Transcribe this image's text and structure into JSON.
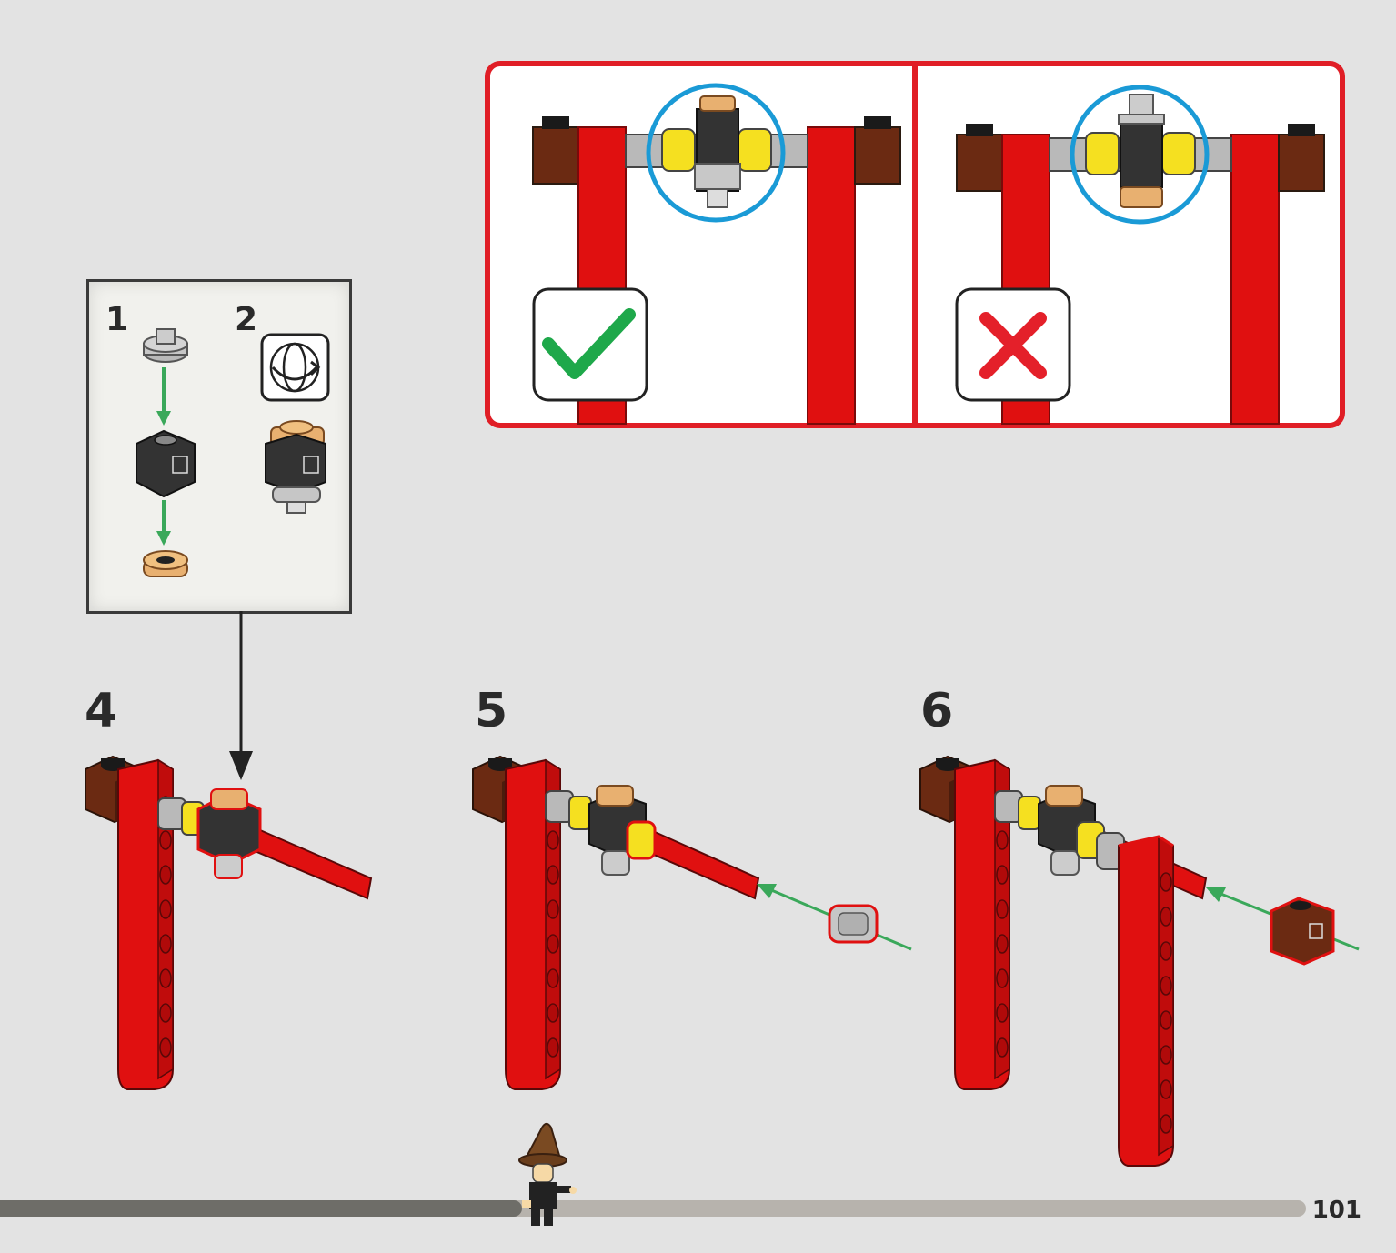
{
  "page_number": "101",
  "callout": {
    "substeps": [
      "1",
      "2"
    ]
  },
  "steps": [
    {
      "number": "4"
    },
    {
      "number": "5"
    },
    {
      "number": "6"
    }
  ],
  "comparison": {
    "correct_label": "check-mark-icon",
    "incorrect_label": "cross-mark-icon"
  },
  "progress": {
    "fraction_complete": 0.4
  },
  "colors": {
    "background": "#e3e3e3",
    "beam_red": "#e01010",
    "brick_brown": "#6b2a12",
    "connector_yellow": "#f5e020",
    "highlight_blue": "#1a9ad6",
    "correct_green": "#1ea84a",
    "incorrect_red": "#e4202a",
    "arrow_green": "#3aa85a",
    "frame_red": "#e01e26"
  }
}
